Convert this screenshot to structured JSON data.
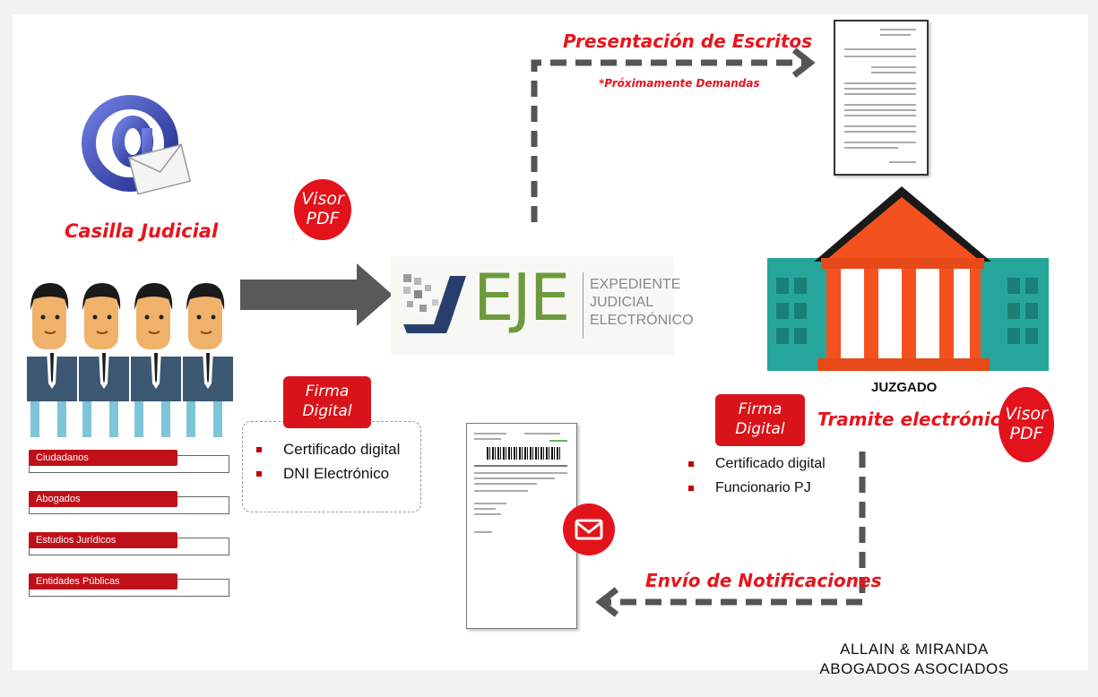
{
  "labels": {
    "casilla": "Casilla Judicial",
    "presentacion": "Presentación de Escritos",
    "proximamente": "*Próximamente Demandas",
    "juzgado": "JUZGADO",
    "tramite": "Tramite electrónico",
    "envio": "Envío de Notificaciones"
  },
  "visor_left": {
    "line1": "Visor",
    "line2": "PDF"
  },
  "visor_right": {
    "line1": "Visor",
    "line2": "PDF"
  },
  "eje": {
    "logo": "EJE",
    "line1": "EXPEDIENTE",
    "line2": "JUDICIAL",
    "line3": "ELECTRÓNICO"
  },
  "firma_left": {
    "line1": "Firma",
    "line2": "Digital",
    "items": [
      "Certificado digital",
      "DNI Electrónico"
    ]
  },
  "firma_right": {
    "line1": "Firma",
    "line2": "Digital",
    "items": [
      "Certificado digital",
      "Funcionario PJ"
    ]
  },
  "roles": [
    "Ciudadanos",
    "Abogados",
    "Estudios Jurídicos",
    "Entidades Públicas"
  ],
  "footer": {
    "line1": "ALLAIN & MIRANDA",
    "line2": "ABOGADOS ASOCIADOS"
  },
  "colors": {
    "accent_red": "#e8141b",
    "court_orange": "#f4511e",
    "court_teal": "#26a69a",
    "arrow_gray": "#555555"
  },
  "icons": [
    "email-at-icon",
    "envelope-icon",
    "mail-circle-icon",
    "courthouse-icon",
    "person-icon",
    "document-icon"
  ]
}
